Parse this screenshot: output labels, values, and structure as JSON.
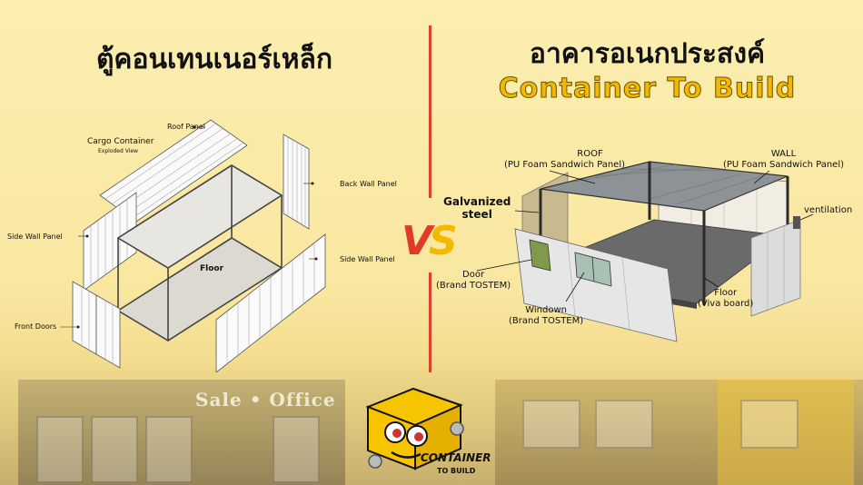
{
  "left": {
    "title": "ตู้คอนเทนเนอร์เหล็ก",
    "diagram_caption": "Cargo Container",
    "diagram_subcaption": "Exploded View",
    "labels": {
      "roof_panel": "Roof Panel",
      "back_wall_panel": "Back Wall Panel",
      "side_wall_panel_left": "Side Wall Panel",
      "side_wall_panel_right": "Side Wall Panel",
      "floor": "Floor",
      "front_doors": "Front Doors"
    }
  },
  "right": {
    "title": "อาคารอเนกประสงค์",
    "brand_title": "Container To Build",
    "labels": {
      "roof_line1": "ROOF",
      "roof_line2": "(PU Foam Sandwich Panel)",
      "wall_line1": "WALL",
      "wall_line2": "(PU Foam Sandwich Panel)",
      "galvanized_line1": "Galvanized",
      "galvanized_line2": "steel",
      "ventilation": "ventilation",
      "door_line1": "Door",
      "door_line2": "(Brand TOSTEM)",
      "window_line1": "Windown",
      "window_line2": "(Brand TOSTEM)",
      "floor_line1": "Floor",
      "floor_line2": "(Viva board)"
    }
  },
  "vs_text": "VS",
  "background": {
    "sign_text": "Sale • Office"
  },
  "logo": {
    "line1": "CONTAINER",
    "line2": "TO BUILD"
  },
  "colors": {
    "background": "#f9e7a0",
    "divider": "#d8432f",
    "brand_yellow": "#f3b800",
    "vs_red": "#e03a2a",
    "vs_yellow": "#f3b800"
  }
}
